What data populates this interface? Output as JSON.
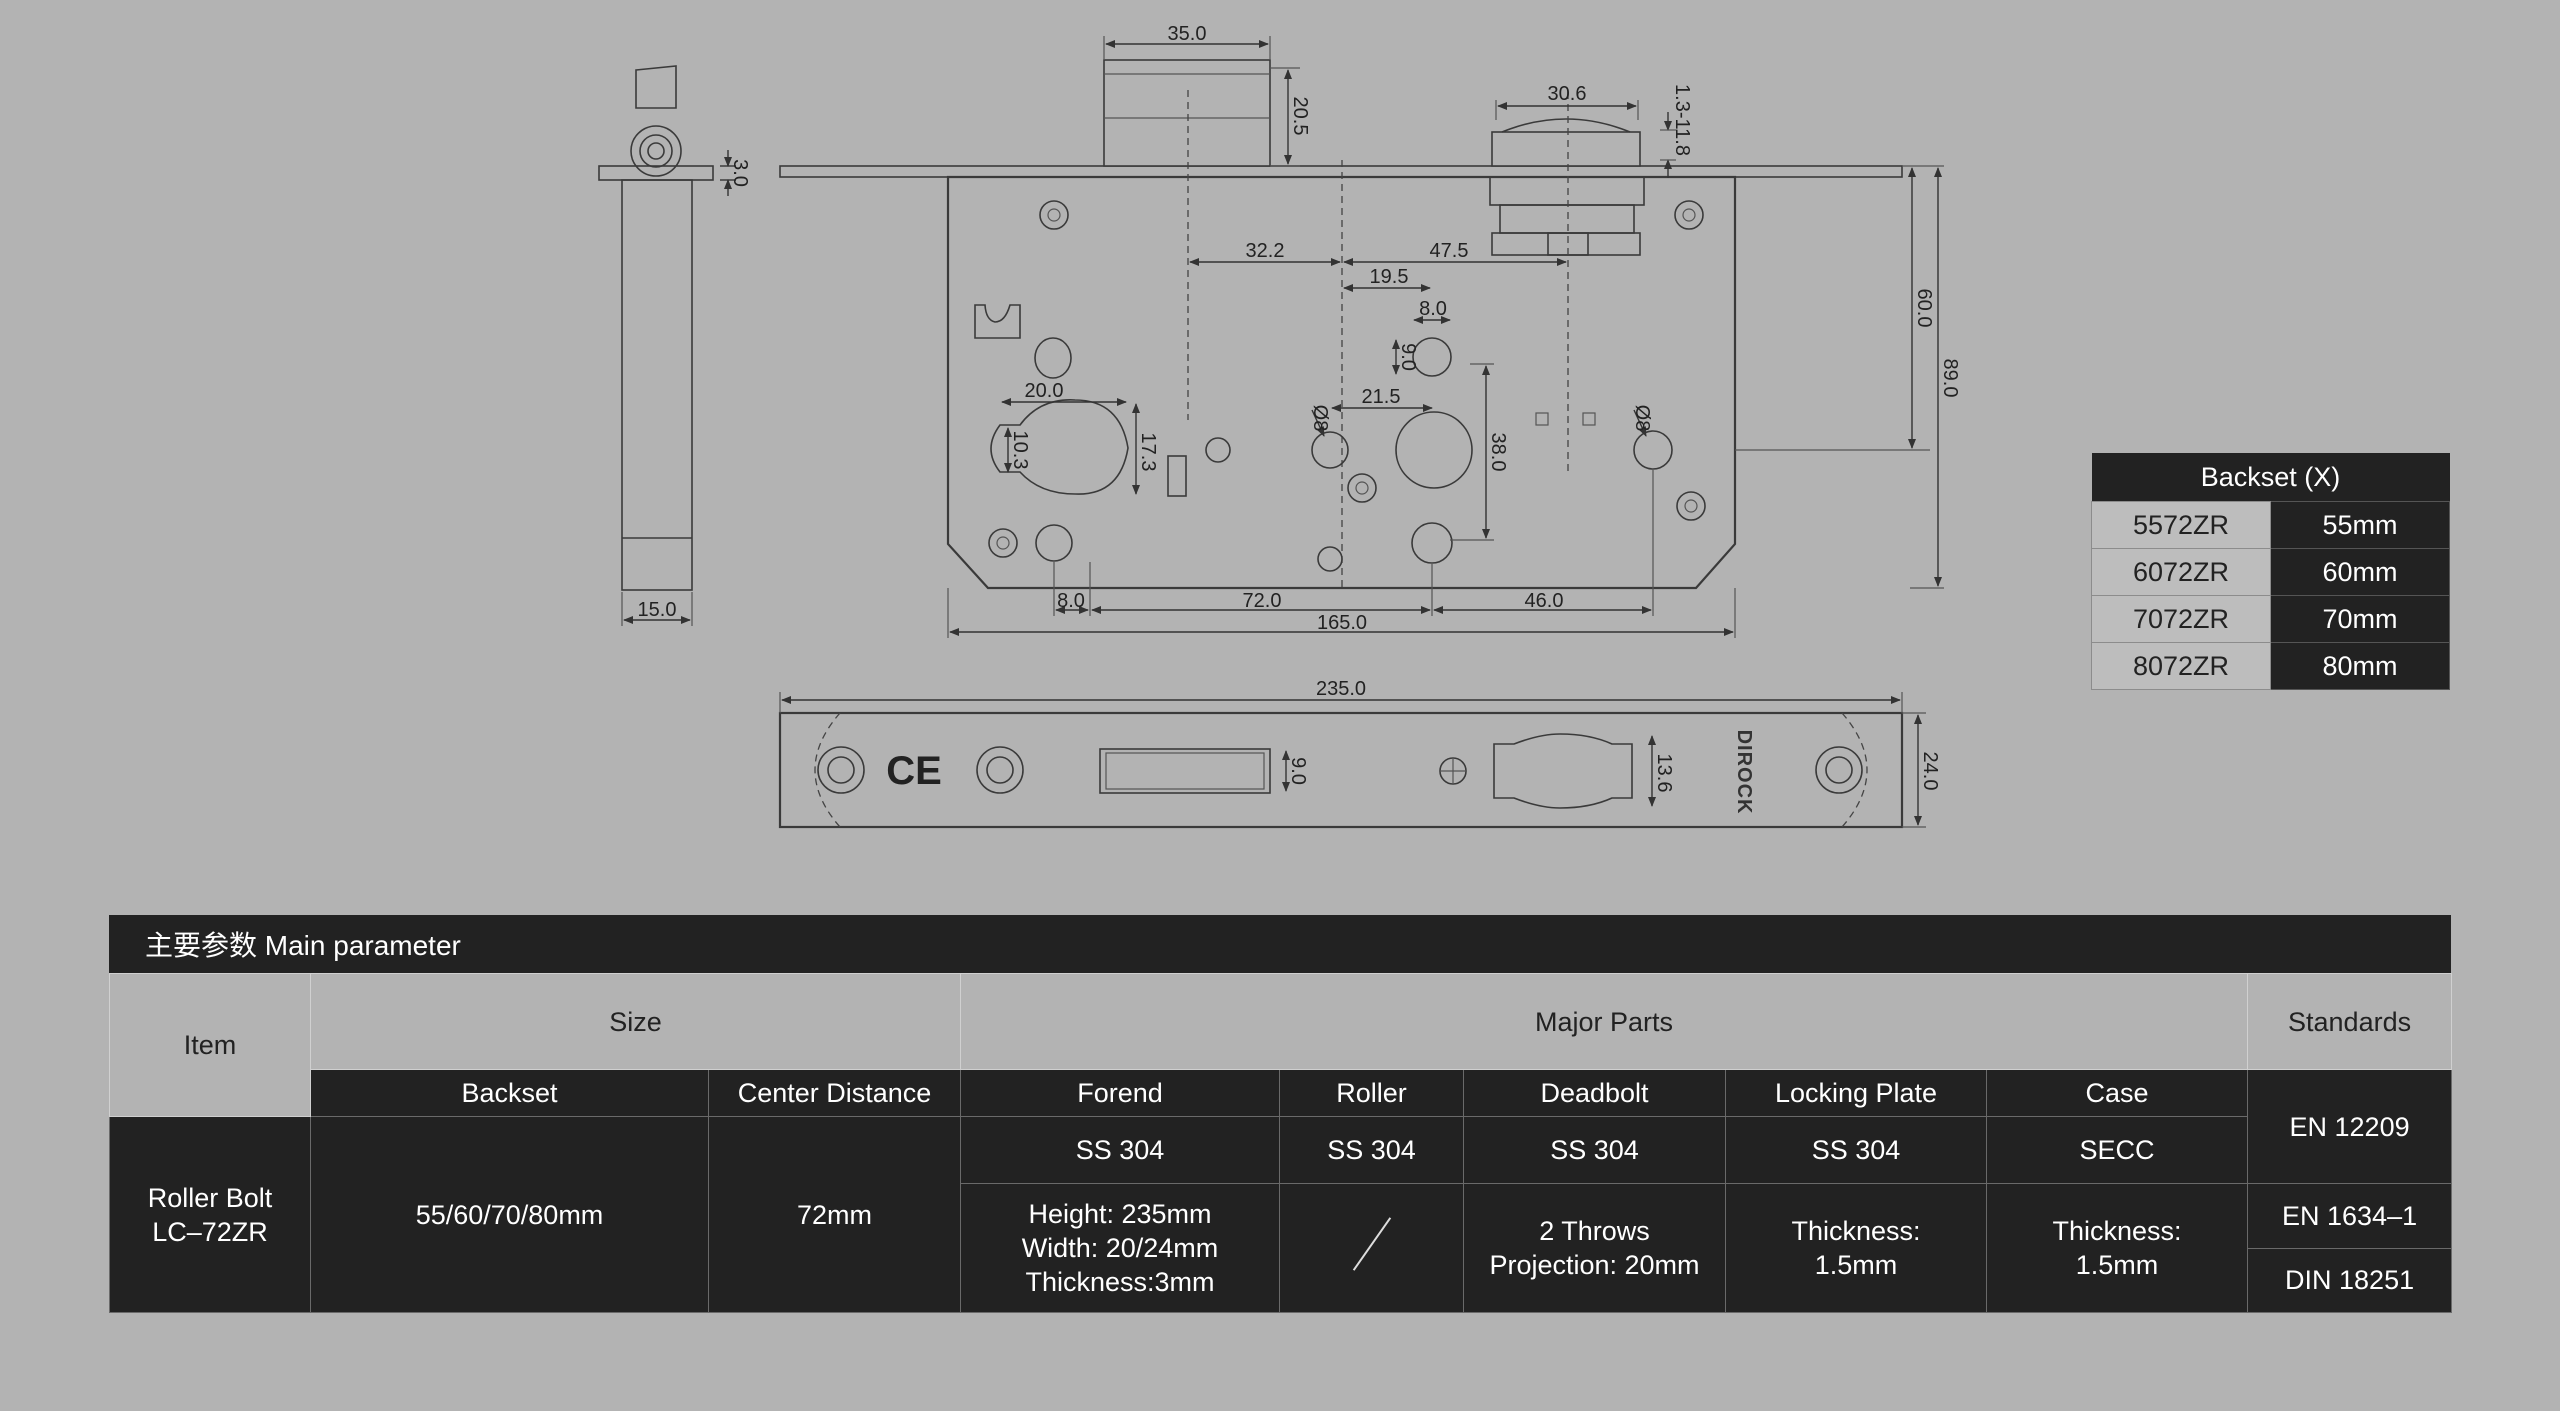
{
  "drawing": {
    "side_view": {
      "dim_top": "3.0",
      "dim_bottom": "15.0"
    },
    "main_view": {
      "dims": {
        "d35": "35.0",
        "d20_5": "20.5",
        "d30_6": "30.6",
        "d1_3_11_8": "1.3-11.8",
        "d32_2": "32.2",
        "d47_5": "47.5",
        "d19_5": "19.5",
        "d8_top": "8.0",
        "d9": "9.0",
        "d20": "20.0",
        "d21_5": "21.5",
        "d10_3": "10.3",
        "d17_3": "17.3",
        "d38": "38.0",
        "dia8_left": "Ø8",
        "dia8_right": "Ø8",
        "d60": "60.0",
        "d89": "89.0",
        "d8_bottom": "8.0",
        "d72": "72.0",
        "d46": "46.0",
        "d165": "165.0"
      }
    },
    "faceplate": {
      "dims": {
        "d235": "235.0",
        "d9": "9.0",
        "d13_6": "13.6",
        "d24": "24.0"
      },
      "ce_mark": "CE",
      "brand": "DIROCK"
    }
  },
  "backset_table": {
    "title": "Backset (X)",
    "rows": [
      {
        "model": "5572ZR",
        "value": "55mm"
      },
      {
        "model": "6072ZR",
        "value": "60mm"
      },
      {
        "model": "7072ZR",
        "value": "70mm"
      },
      {
        "model": "8072ZR",
        "value": "80mm"
      }
    ]
  },
  "params": {
    "title": "主要参数 Main parameter",
    "headers": {
      "item": "Item",
      "size": "Size",
      "major_parts": "Major Parts",
      "standards": "Standards"
    },
    "sub_headers": {
      "backset": "Backset",
      "center_distance": "Center Distance",
      "forend": "Forend",
      "roller": "Roller",
      "deadbolt": "Deadbolt",
      "locking_plate": "Locking Plate",
      "case": "Case"
    },
    "item": "Roller Bolt\nLC–72ZR",
    "backset": "55/60/70/80mm",
    "center_distance": "72mm",
    "materials": {
      "forend": "SS 304",
      "roller": "SS 304",
      "deadbolt": "SS 304",
      "locking_plate": "SS 304",
      "case": "SECC"
    },
    "details": {
      "forend": "Height: 235mm\nWidth: 20/24mm\nThickness:3mm",
      "deadbolt": "2 Throws\nProjection: 20mm",
      "locking_plate": "Thickness:\n1.5mm",
      "case": "Thickness:\n1.5mm"
    },
    "standards": [
      "EN 12209",
      "EN 1634–1",
      "DIN 18251"
    ]
  }
}
